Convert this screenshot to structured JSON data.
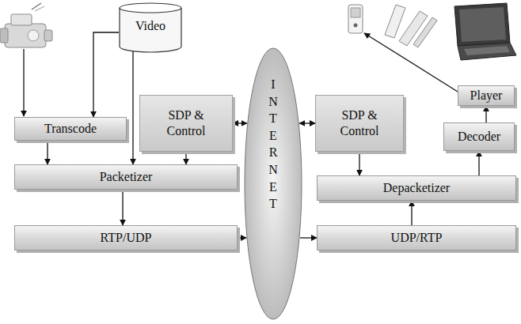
{
  "diagram": {
    "nodes": [
      {
        "text": [
          "Video"
        ]
      },
      {
        "text": [
          "Transcode"
        ]
      },
      {
        "text": [
          "SDP & Control"
        ]
      },
      {
        "text": [
          "Packetizer"
        ]
      },
      {
        "text": [
          "RTP/UDP"
        ]
      },
      {
        "text": [
          "INTERNET"
        ]
      },
      {
        "text": [
          "SDP & Control"
        ]
      },
      {
        "text": [
          "Player"
        ]
      },
      {
        "text": [
          "Decoder"
        ]
      },
      {
        "text": [
          "Depacketizer"
        ]
      },
      {
        "text": [
          "UDP/RTP"
        ]
      }
    ],
    "edges": [
      {
        "from": 0,
        "to": 1,
        "arrow": "to"
      },
      {
        "from": 0,
        "to": 3,
        "arrow": "to"
      },
      {
        "from": 1,
        "to": 3,
        "arrow": "to"
      },
      {
        "from": 2,
        "to": 3,
        "arrow": "to"
      },
      {
        "from": 2,
        "to": 5,
        "arrow": "both"
      },
      {
        "from": 5,
        "to": 6,
        "arrow": "both"
      },
      {
        "from": 3,
        "to": 4,
        "arrow": "to"
      },
      {
        "from": 4,
        "to": 5,
        "arrow": "to"
      },
      {
        "from": 5,
        "to": 10,
        "arrow": "to"
      },
      {
        "from": 6,
        "to": 9,
        "arrow": "to"
      },
      {
        "from": 10,
        "to": 9,
        "arrow": "to"
      },
      {
        "from": 9,
        "to": 8,
        "arrow": "to"
      },
      {
        "from": 8,
        "to": 7,
        "arrow": "to"
      }
    ]
  }
}
